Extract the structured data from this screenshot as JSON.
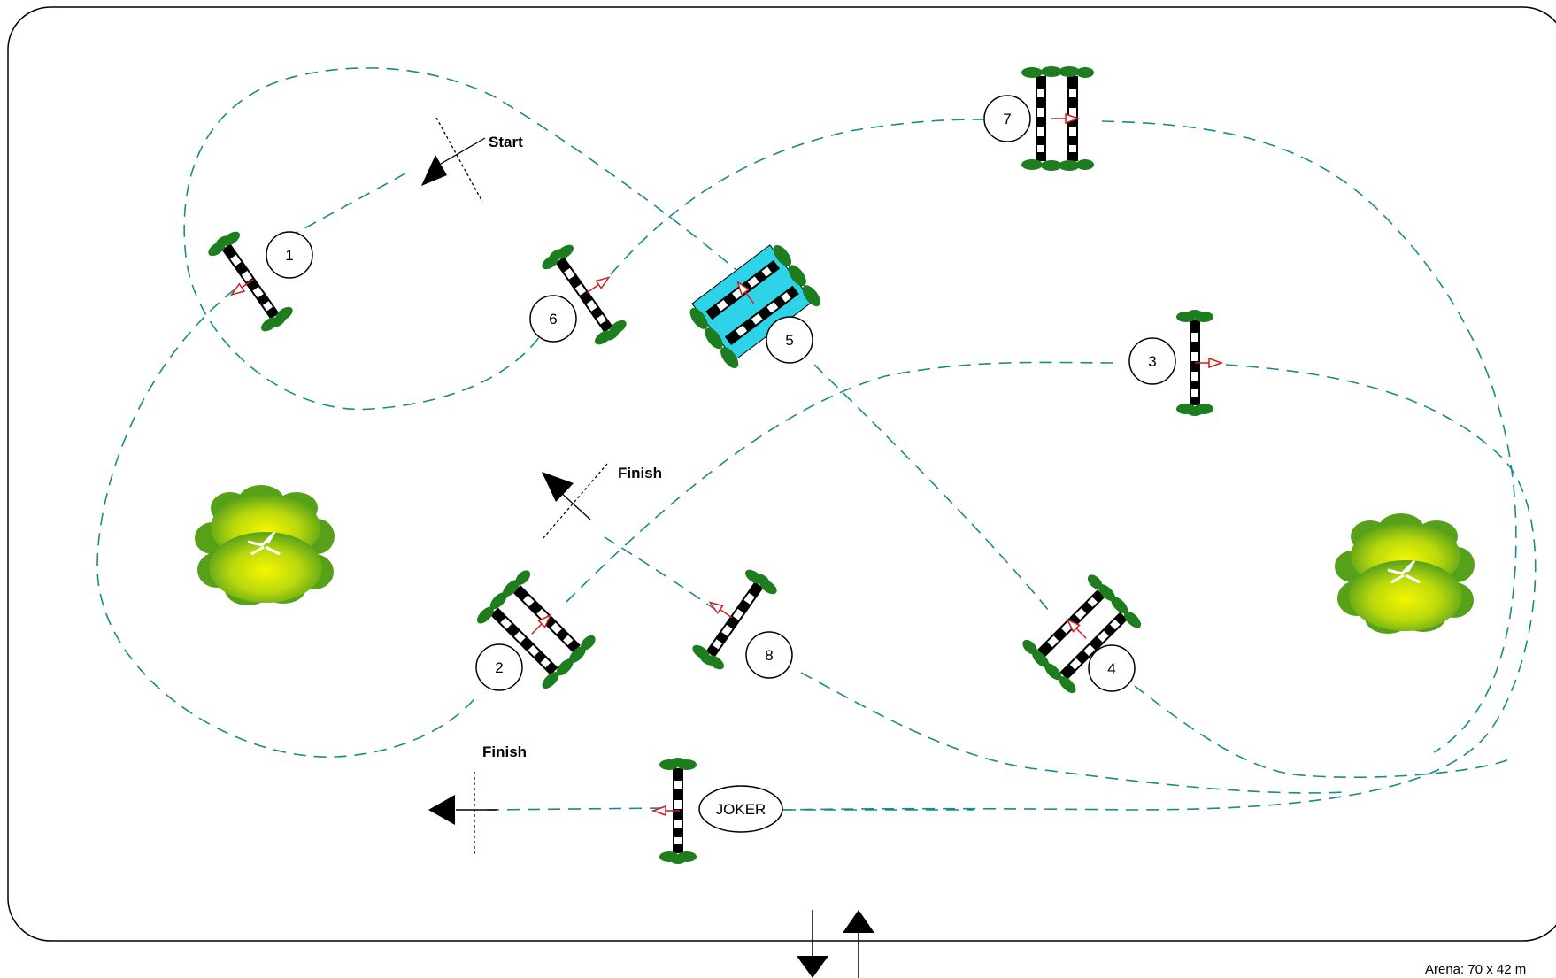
{
  "course": {
    "start_label": "Start",
    "finish_label_main": "Finish",
    "finish_label_joker": "Finish",
    "joker_label": "JOKER",
    "arena_label": "Arena: 70 x 42 m"
  },
  "jumps": [
    {
      "number": "1"
    },
    {
      "number": "2"
    },
    {
      "number": "3"
    },
    {
      "number": "4"
    },
    {
      "number": "5"
    },
    {
      "number": "6"
    },
    {
      "number": "7"
    },
    {
      "number": "8"
    }
  ],
  "colors": {
    "path": "#1b8a8a",
    "bush": "#1e7d1e",
    "rail": "#000000",
    "water": "#2ed3e8",
    "arrow": "#d02020",
    "tree_light": "#f2f200",
    "tree_dark": "#5aa51a"
  }
}
